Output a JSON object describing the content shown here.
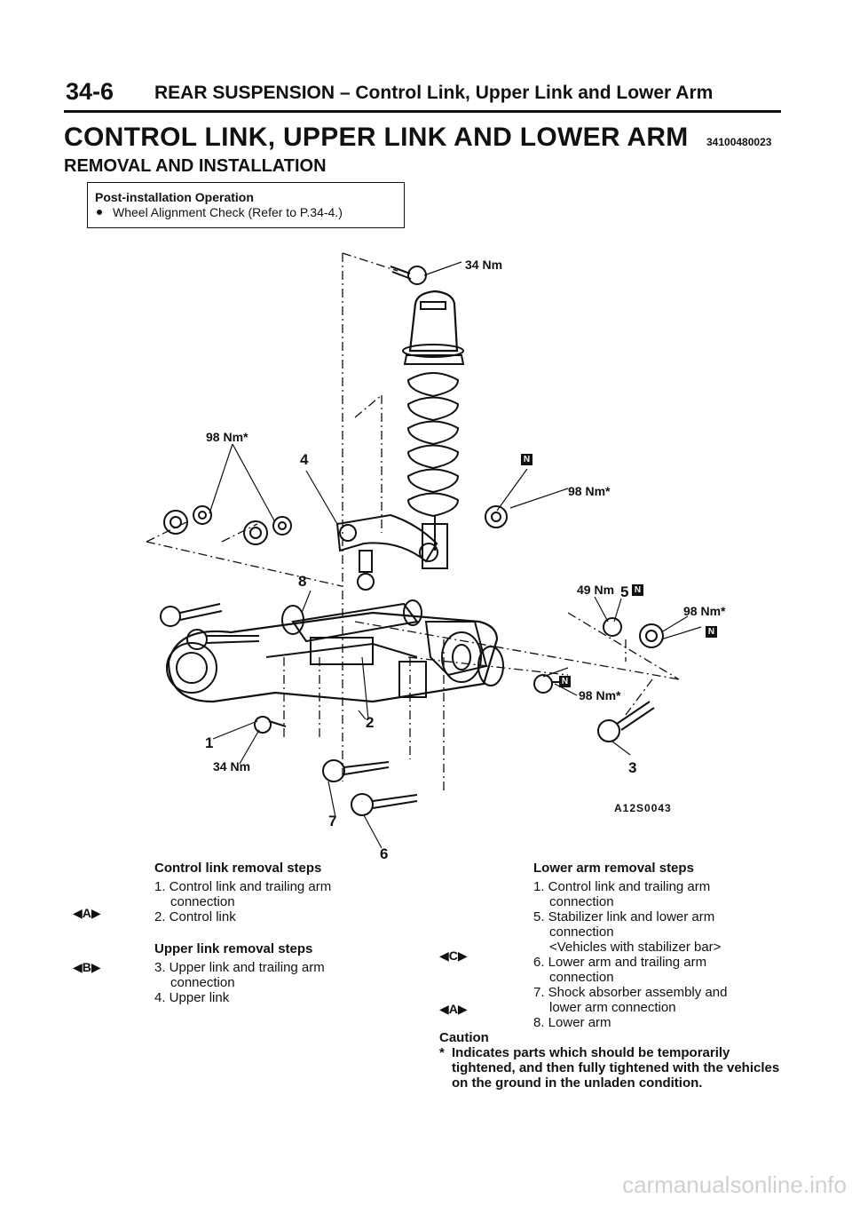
{
  "header": {
    "page_number": "34-6",
    "section": "REAR SUSPENSION – Control Link, Upper Link and Lower Arm"
  },
  "title": "CONTROL LINK, UPPER LINK AND LOWER ARM",
  "doc_code": "34100480023",
  "subtitle": "REMOVAL AND INSTALLATION",
  "post_install": {
    "title": "Post-installation Operation",
    "item": "Wheel Alignment Check (Refer to P.34-4.)"
  },
  "diagram": {
    "labels": {
      "torque_top": "34 Nm",
      "torque_left": "98 Nm*",
      "torque_right_upper": "98 Nm*",
      "torque_mid": "49 Nm",
      "torque_far_right": "98 Nm*",
      "torque_lower_right": "98 Nm*",
      "torque_bottom_left": "34 Nm",
      "n_mark": "N"
    },
    "part_numbers": [
      "1",
      "2",
      "3",
      "4",
      "5",
      "6",
      "7",
      "8"
    ],
    "figure_code": "A12S0043"
  },
  "control_link": {
    "title": "Control link removal steps",
    "steps": [
      {
        "marker": "◀A▶",
        "line1": "1. Control link and trailing arm",
        "line2": "connection"
      },
      {
        "line1": "2. Control link"
      }
    ]
  },
  "upper_link": {
    "title": "Upper link removal steps",
    "steps": [
      {
        "marker": "◀B▶",
        "line1": "3. Upper link and trailing arm",
        "line2": "connection"
      },
      {
        "line1": "4. Upper link"
      }
    ]
  },
  "lower_arm": {
    "title": "Lower arm removal steps",
    "steps": [
      {
        "line1": "1. Control link and trailing arm",
        "line2": "connection"
      },
      {
        "line1": "5. Stabilizer link and lower arm",
        "line2": "connection",
        "line3": "<Vehicles with stabilizer bar>"
      },
      {
        "marker": "◀C▶",
        "line1": "6. Lower arm and trailing arm",
        "line2": "connection"
      },
      {
        "line1": "7. Shock absorber assembly and",
        "line2": "lower arm connection"
      },
      {
        "marker": "◀A▶",
        "line1": "8. Lower arm"
      }
    ]
  },
  "caution": {
    "title": "Caution",
    "star": "*",
    "text": "Indicates parts which should be temporarily tightened, and then fully tightened with the vehicles on the ground in the unladen condition."
  },
  "watermark": "carmanualsonline.info"
}
